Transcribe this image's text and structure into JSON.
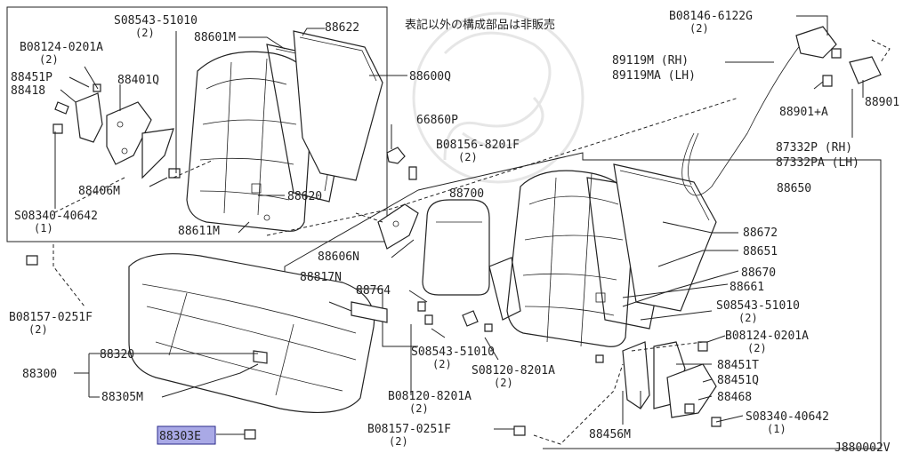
{
  "note": "表記以外の構成部品は非販売",
  "diagram_code": "J880002V",
  "highlighted_part": "88303E",
  "labels": {
    "s08543_51010_top": "S08543-51010",
    "s08543_51010_top_q": "(2)",
    "p88601M": "88601M",
    "p88622": "88622",
    "b08124_0201A_left": "B08124-0201A",
    "b08124_0201A_left_q": "(2)",
    "p88451P": "88451P",
    "p88401Q": "88401Q",
    "p88418": "88418",
    "p88600Q": "88600Q",
    "p66860P": "66860P",
    "b08156_8201F": "B08156-8201F",
    "b08156_8201F_q": "(2)",
    "p88406M": "88406M",
    "p88620": "88620",
    "s08340_40642_left": "S08340-40642",
    "s08340_40642_left_q": "(1)",
    "p88611M": "88611M",
    "p88606N": "88606N",
    "p88700": "88700",
    "b08157_0251F_left": "B08157-0251F",
    "b08157_0251F_left_q": "(2)",
    "p88817N": "88817N",
    "p88764": "88764",
    "p88320": "88320",
    "p88300": "88300",
    "p88305M": "88305M",
    "s08543_51010_mid": "S08543-51010",
    "s08543_51010_mid_q": "(2)",
    "s08120_8201A_mid": "S08120-8201A",
    "s08120_8201A_mid_q": "(2)",
    "b08120_8201A": "B08120-8201A",
    "b08120_8201A_q": "(2)",
    "b08157_0251F_bottom": "B08157-0251F",
    "b08157_0251F_bottom_q": "(2)",
    "b08146_6122G": "B08146-6122G",
    "b08146_6122G_q": "(2)",
    "p89119M": "89119M  (RH)",
    "p89119MA": "89119MA (LH)",
    "p88901": "88901",
    "p88901A": "88901+A",
    "p87332P": "87332P  (RH)",
    "p87332PA": "87332PA (LH)",
    "p88650": "88650",
    "p88672": "88672",
    "p88651": "88651",
    "p88670": "88670",
    "p88661": "88661",
    "s08543_51010_right": "S08543-51010",
    "s08543_51010_right_q": "(2)",
    "b08124_0201A_right": "B08124-0201A",
    "b08124_0201A_right_q": "(2)",
    "p88451T": "88451T",
    "p88451Q": "88451Q",
    "p88468": "88468",
    "s08340_40642_right": "S08340-40642",
    "s08340_40642_right_q": "(1)",
    "p88456M": "88456M"
  }
}
